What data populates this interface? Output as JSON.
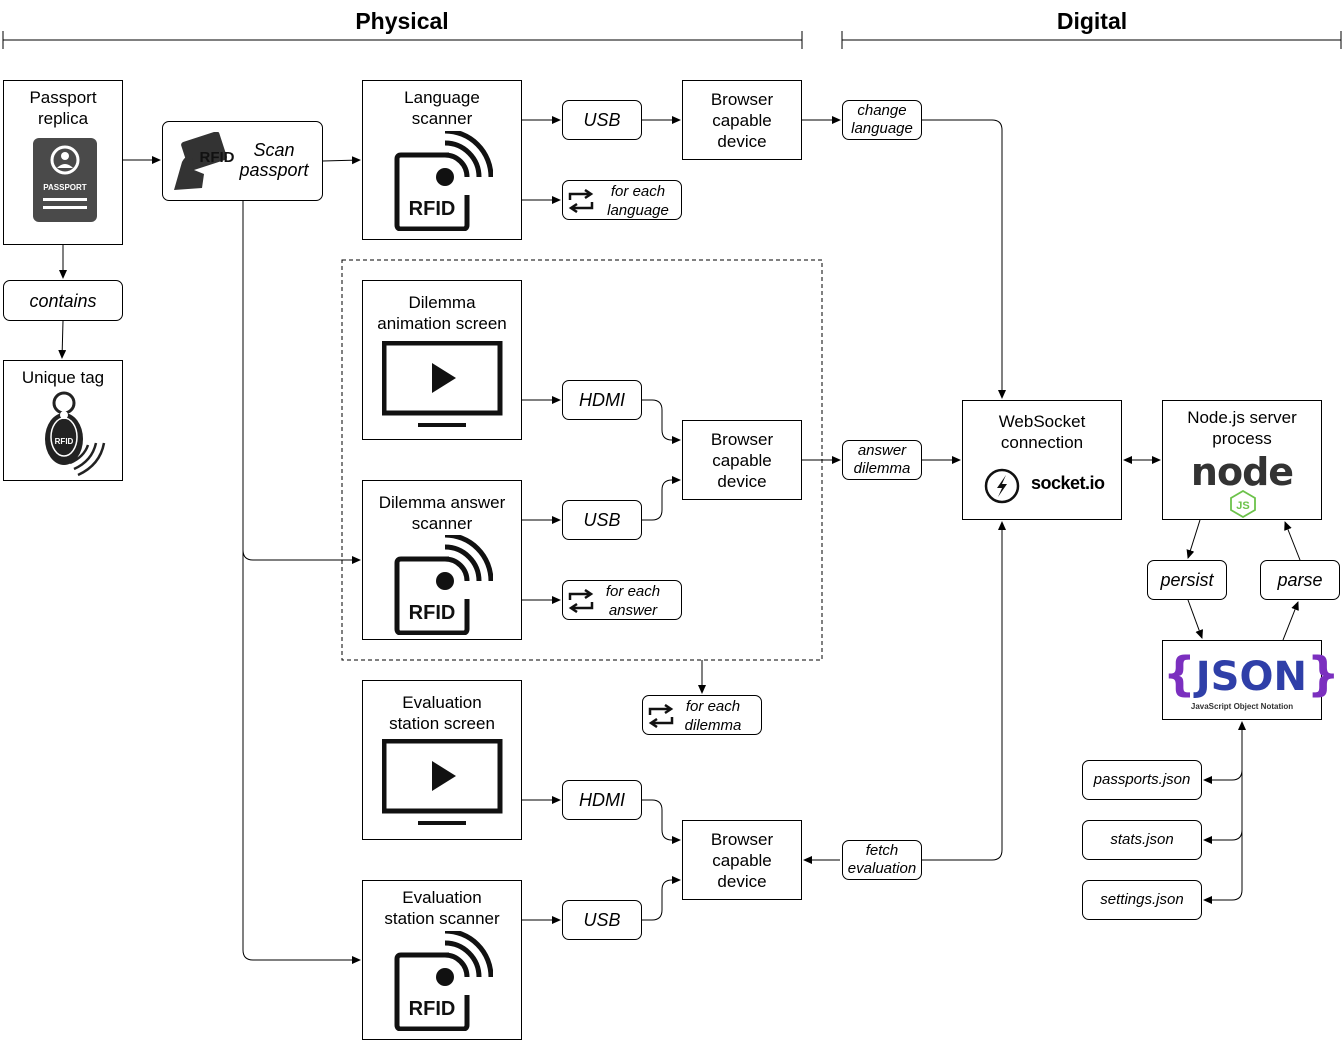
{
  "headers": {
    "physical": "Physical",
    "digital": "Digital"
  },
  "nodes": {
    "passport_replica": "Passport\nreplica",
    "passport_icon_text": "PASSPORT",
    "contains": "contains",
    "unique_tag": "Unique tag",
    "rfid_tag_text": "RFID",
    "scan_passport": "Scan\npassport",
    "scan_icon_text": "RFID",
    "language_scanner": "Language\nscanner",
    "usb_1": "USB",
    "browser_1": "Browser\ncapable\ndevice",
    "for_each_language": "for each\nlanguage",
    "change_language": "change\nlanguage",
    "dilemma_animation_screen": "Dilemma\nanimation screen",
    "hdmi_1": "HDMI",
    "browser_2": "Browser\ncapable\ndevice",
    "answer_dilemma": "answer\ndilemma",
    "dilemma_answer_scanner": "Dilemma answer\nscanner",
    "usb_2": "USB",
    "for_each_answer": "for each\nanswer",
    "for_each_dilemma": "for each\ndilemma",
    "evaluation_station_screen": "Evaluation\nstation screen",
    "hdmi_2": "HDMI",
    "browser_3": "Browser\ncapable\ndevice",
    "fetch_evaluation": "fetch\nevaluation",
    "evaluation_station_scanner": "Evaluation\nstation scanner",
    "usb_3": "USB",
    "websocket_connection": "WebSocket\nconnection",
    "socketio_logo": "socket.io",
    "nodejs_server_process": "Node.js server\nprocess",
    "nodejs_logo": "node",
    "nodejs_badge": "JS",
    "persist": "persist",
    "parse": "parse",
    "json_logo": "JSON",
    "json_logo_sub": "JavaScript Object Notation",
    "passports_json": "passports.json",
    "stats_json": "stats.json",
    "settings_json": "settings.json"
  },
  "rfid_label": "RFID"
}
